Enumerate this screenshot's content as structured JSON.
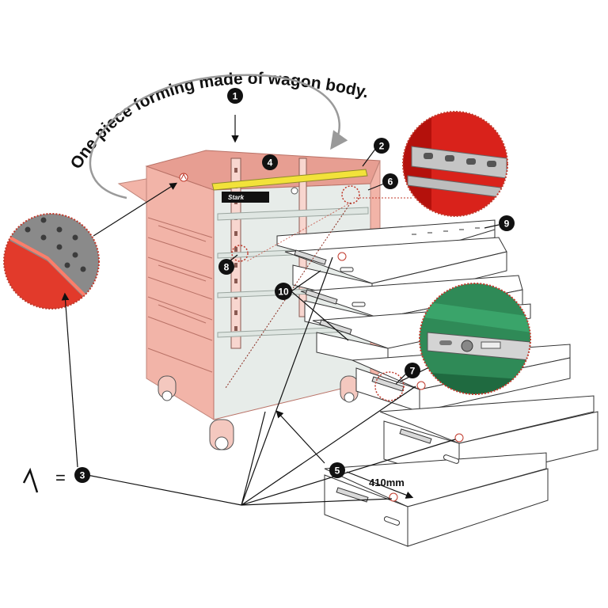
{
  "header": {
    "arc_label": "One piece forming made of wagon body."
  },
  "callouts": {
    "items": [
      {
        "id": "callout-1",
        "number": "1"
      },
      {
        "id": "callout-2",
        "number": "2"
      },
      {
        "id": "callout-3",
        "number": "3"
      },
      {
        "id": "callout-4",
        "number": "4"
      },
      {
        "id": "callout-5",
        "number": "5"
      },
      {
        "id": "callout-6",
        "number": "6"
      },
      {
        "id": "callout-7",
        "number": "7"
      },
      {
        "id": "callout-8",
        "number": "8"
      },
      {
        "id": "callout-9",
        "number": "9"
      },
      {
        "id": "callout-10",
        "number": "10"
      }
    ]
  },
  "dimension": {
    "drawer_depth_label": "410mm"
  },
  "legend": {
    "equals_sign": "="
  },
  "logo": {
    "brand_text": "Stark"
  },
  "colors": {
    "cabinet_body": "#f2b4a8",
    "cabinet_edge": "#c0857a",
    "accent_red": "#e23a2b",
    "highlight_yellow": "#f2e23a",
    "inset_green": "#2f8a57",
    "callout_fill": "#111111",
    "marker_red": "#c0392b"
  }
}
